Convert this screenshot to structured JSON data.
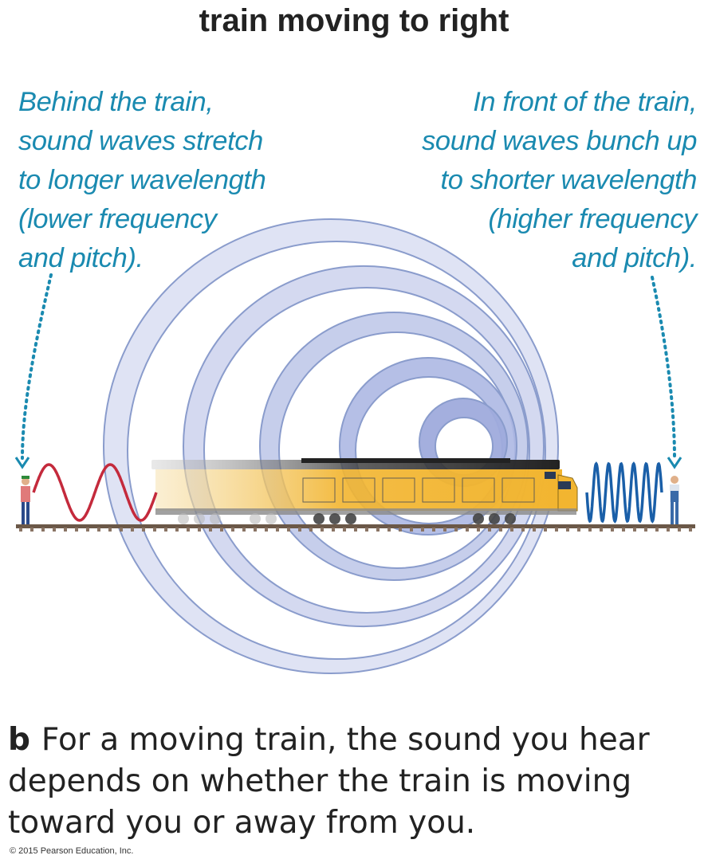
{
  "title": "train moving to right",
  "left_note": {
    "lines": [
      "Behind the train,",
      "sound waves stretch",
      "to longer wavelength",
      "(lower frequency",
      "and pitch)."
    ]
  },
  "right_note": {
    "lines": [
      "In front of the train,",
      "sound waves bunch up",
      "to shorter wavelength",
      "(higher frequency",
      "and pitch)."
    ]
  },
  "caption": {
    "label": "b",
    "lines": [
      "For a moving train, the sound you hear",
      "depends on whether the train is moving",
      "toward you or away from you."
    ]
  },
  "copyright": "© 2015 Pearson Education, Inc.",
  "colors": {
    "note_text": "#1a8ab0",
    "long_wave": "#c42a3c",
    "short_wave": "#1a5fa8",
    "wavefront_stroke": "#8a9ccc",
    "wavefront_fill": "#d4daf0",
    "train_body": "#f2b530",
    "track": "#6b5848"
  },
  "icons": {
    "left_observer": "person-figure-icon",
    "right_observer": "person-figure-icon",
    "arrow": "dotted-arrow-icon"
  }
}
